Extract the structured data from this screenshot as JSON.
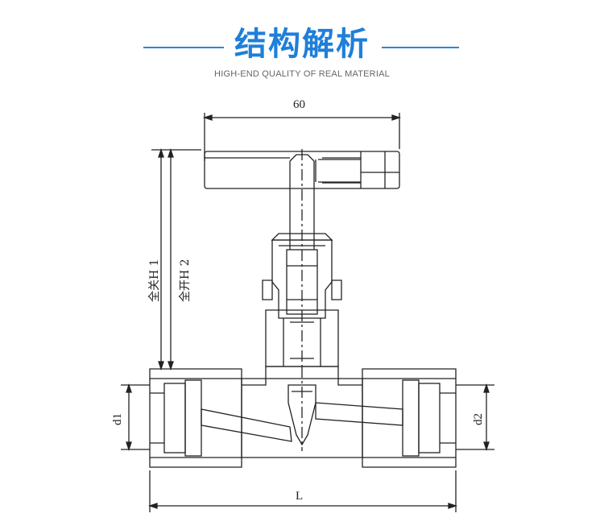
{
  "header": {
    "title": "结构解析",
    "subtitle": "HIGH-END QUALITY OF REAL MATERIAL",
    "accent_color": "#1f7fd9"
  },
  "drawing": {
    "dim_width_top": "60",
    "dim_length": "L",
    "dim_d1": "d1",
    "dim_d2": "d2",
    "label_h1": "全关H 1",
    "label_h2": "全开H 2"
  }
}
